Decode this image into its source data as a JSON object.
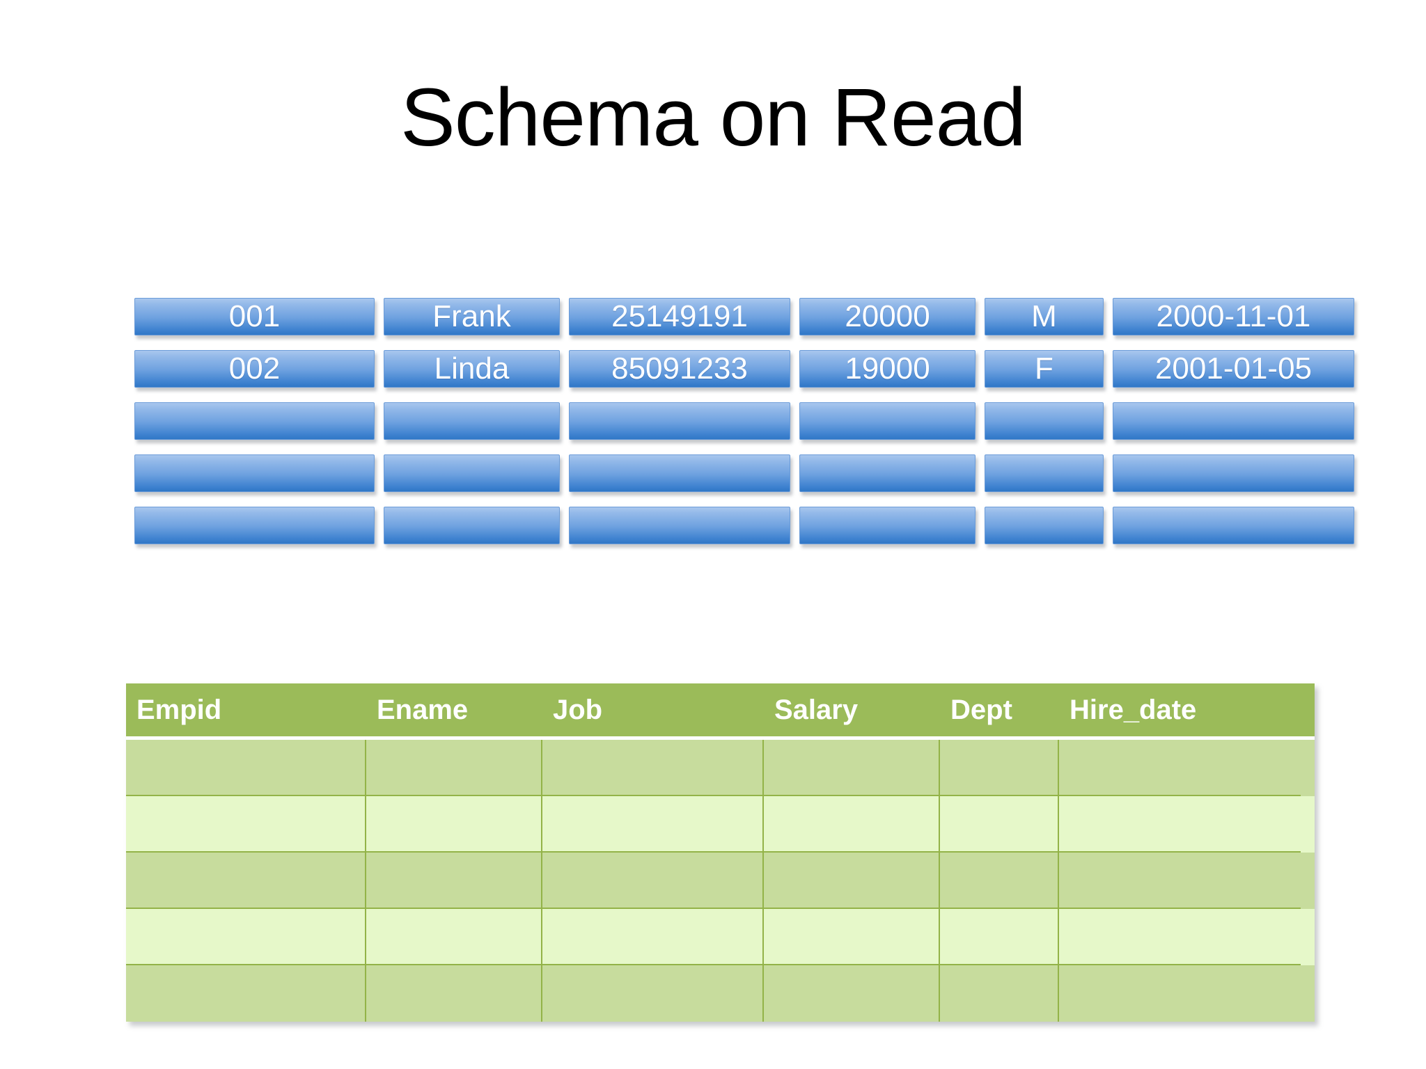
{
  "slide": {
    "title": "Schema on Read",
    "background_color": "#ffffff"
  },
  "colors": {
    "bar_top": "#a9c7ee",
    "bar_bottom": "#3077c6",
    "bar_border": "#6a9bd8",
    "bar_text": "#ffffff",
    "table_header_bg": "#9bbb59",
    "table_row_dark": "#c7dc9d",
    "table_row_light": "#e6f8c9",
    "table_grid_line": "#93b348",
    "title_text": "#000000"
  },
  "data_bars": {
    "columns": 6,
    "rows": 5,
    "values": [
      [
        "001",
        "Frank",
        "25149191",
        "20000",
        "M",
        "2000-11-01"
      ],
      [
        "002",
        "Linda",
        "85091233",
        "19000",
        "F",
        "2001-01-05"
      ],
      [
        "",
        "",
        "",
        "",
        "",
        ""
      ],
      [
        "",
        "",
        "",
        "",
        "",
        ""
      ],
      [
        "",
        "",
        "",
        "",
        "",
        ""
      ]
    ]
  },
  "schema_table": {
    "headers": [
      "Empid",
      "Ename",
      "Job",
      "Salary",
      "Dept",
      "Hire_date"
    ],
    "rows": [
      [
        "",
        "",
        "",
        "",
        "",
        ""
      ],
      [
        "",
        "",
        "",
        "",
        "",
        ""
      ],
      [
        "",
        "",
        "",
        "",
        "",
        ""
      ],
      [
        "",
        "",
        "",
        "",
        "",
        ""
      ],
      [
        "",
        "",
        "",
        "",
        "",
        ""
      ]
    ],
    "row_count": 5,
    "column_count": 6
  }
}
